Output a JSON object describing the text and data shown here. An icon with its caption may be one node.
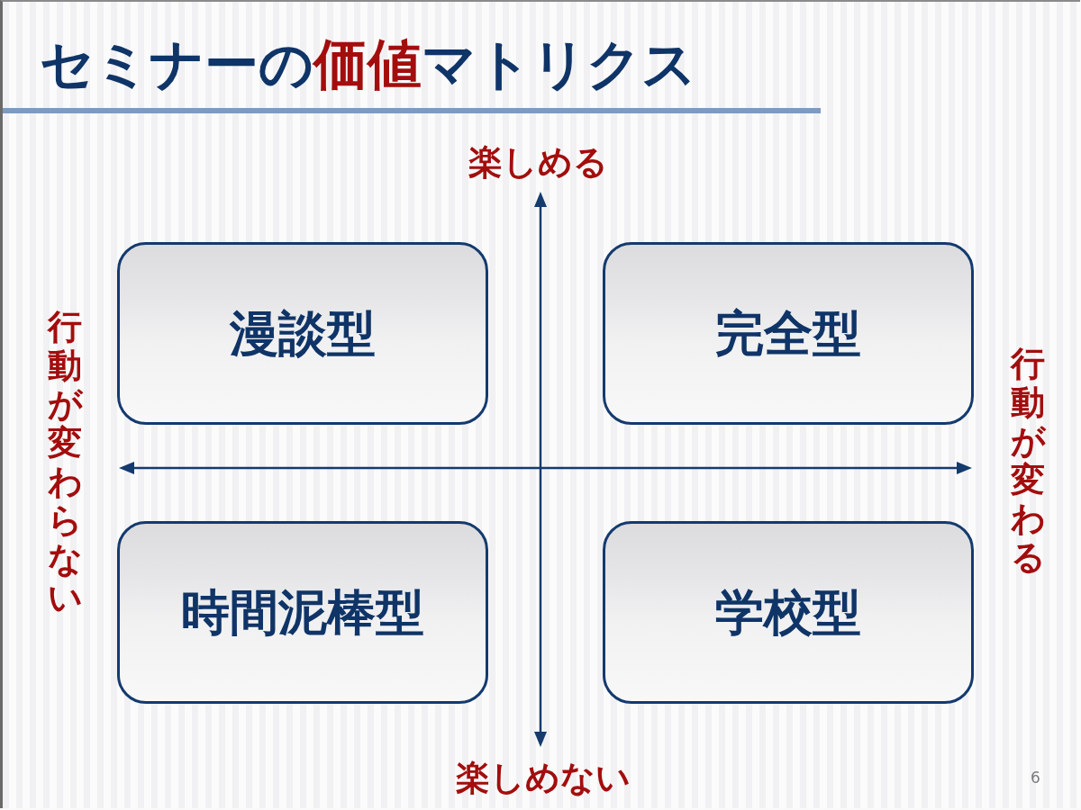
{
  "diagram": {
    "title": "セミナーの**価値**マトリクス",
    "nodes": [
      {
        "text": [
          "漫談型"
        ]
      },
      {
        "text": [
          "完全型"
        ]
      },
      {
        "text": [
          "時間泥棒型"
        ]
      },
      {
        "text": [
          "学校型"
        ]
      }
    ],
    "labels": [
      "楽しめる",
      "行動が変わらない",
      "行動が変わる",
      "楽しめない",
      "6"
    ]
  }
}
